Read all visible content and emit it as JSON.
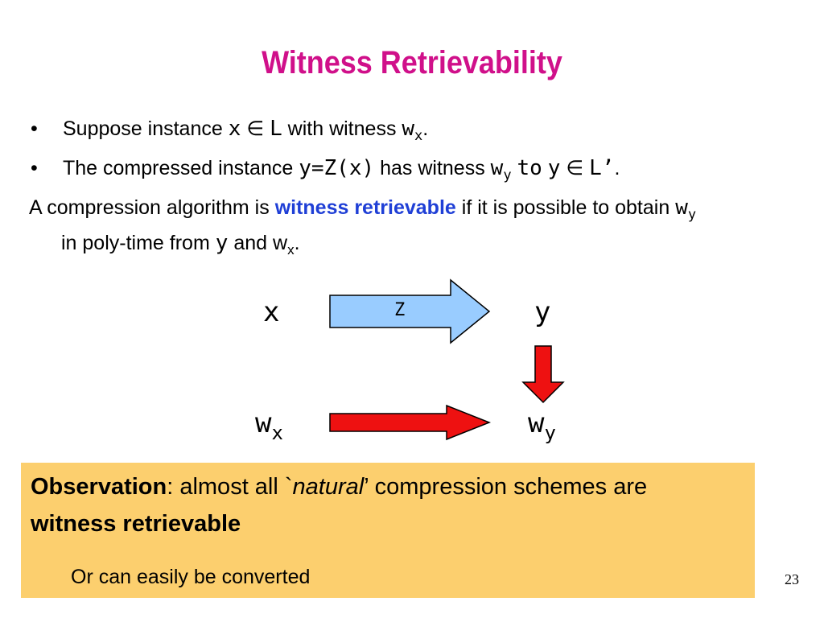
{
  "title": "Witness Retrievability",
  "bullets": [
    {
      "marker": "•",
      "text_before": "Suppose instance",
      "var_x": "x",
      "elem_sym": "∈",
      "var_L": "L",
      "text_mid": "with witness",
      "w": "w",
      "w_sub": "x",
      "end": "."
    },
    {
      "marker": "•",
      "text_before": "The compressed instance",
      "expr": "y=Z(x)",
      "text_mid": "has witness",
      "w": "w",
      "w_sub": "y",
      "to": "to",
      "var_y": "y",
      "elem_sym": "∈",
      "var_L": "L’",
      "end": "."
    }
  ],
  "definition": {
    "text_before": "A compression algorithm is",
    "highlight": "witness retrievable",
    "text_mid": "if it is possible to obtain",
    "w1": "w",
    "w1_sub": "y",
    "line2_before": "in poly-time from",
    "var_y": "y",
    "and_text": "and",
    "w2": "w",
    "w2_sub": "x",
    "end": "."
  },
  "diagram": {
    "x_label": "x",
    "y_label": "y",
    "z_label": "Z",
    "wx_main": "w",
    "wx_sub": "x",
    "wy_main": "w",
    "wy_sub": "y",
    "colors": {
      "z_arrow_fill": "#99ccff",
      "red_arrow_fill": "#ee1111"
    }
  },
  "observation": {
    "bold_lead": "Observation",
    "text1": ": almost all `",
    "italic": "natural",
    "text2": "’ compression schemes are",
    "bold_line2": "witness retrievable",
    "line3": "Or can easily be converted",
    "bg_color": "#fccf6e"
  },
  "page_number": "23",
  "colors": {
    "title": "#d0108a",
    "highlight": "#1f3fd6"
  }
}
